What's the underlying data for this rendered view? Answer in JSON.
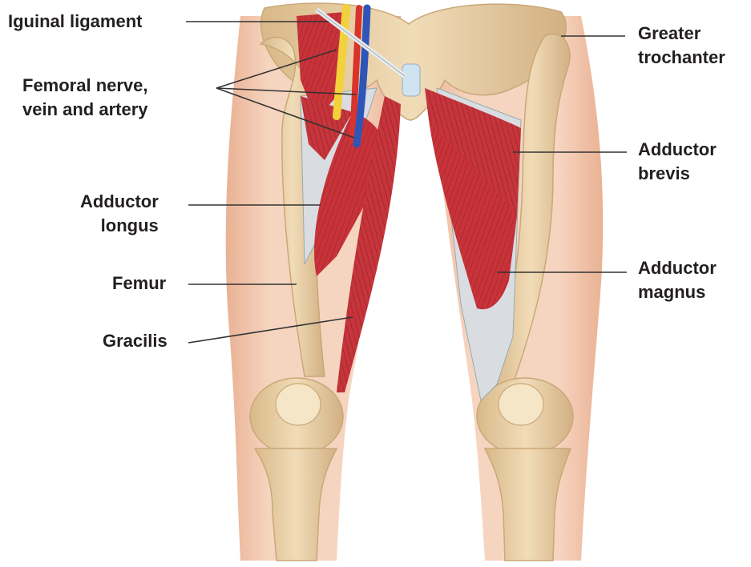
{
  "labels": {
    "inguinal_ligament": "Iguinal ligament",
    "femoral_line1": "Femoral nerve,",
    "femoral_line2": "vein and artery",
    "adductor_longus_1": "Adductor",
    "adductor_longus_2": "longus",
    "femur": "Femur",
    "gracilis": "Gracilis",
    "greater_trochanter_1": "Greater",
    "greater_trochanter_2": "trochanter",
    "adductor_brevis_1": "Adductor",
    "adductor_brevis_2": "brevis",
    "adductor_magnus_1": "Adductor",
    "adductor_magnus_2": "magnus"
  },
  "colors": {
    "skin": "#f2c9ad",
    "skin_light": "#f8e0cf",
    "bone": "#e9d0a6",
    "bone_shadow": "#c9a878",
    "muscle": "#c8333a",
    "muscle_dark": "#8f1e24",
    "tendon": "#d9dde2",
    "nerve": "#f2d13a",
    "vein": "#2f55b8",
    "artery": "#d9342c",
    "leader": "#333333"
  }
}
